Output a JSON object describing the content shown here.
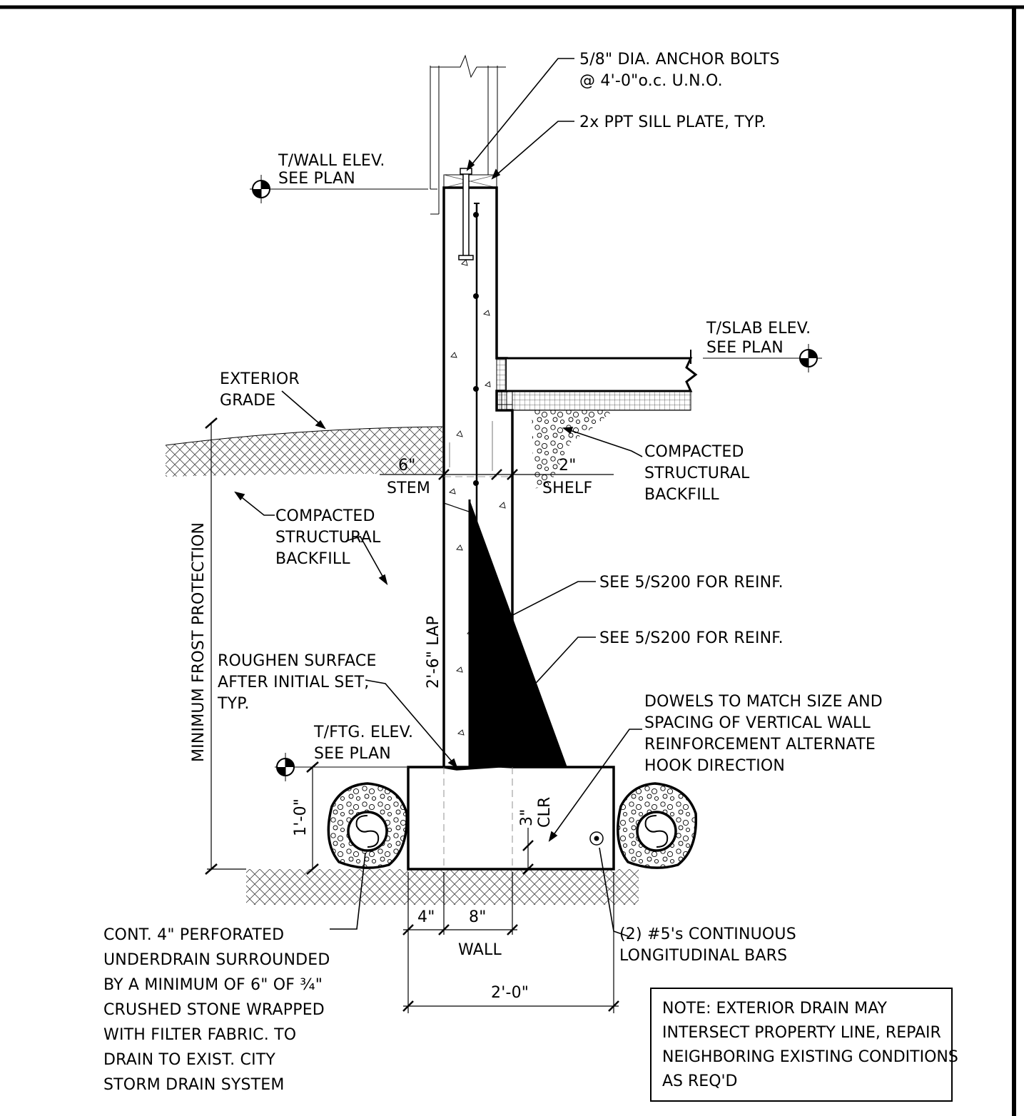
{
  "labels": {
    "anchor_bolts_1": "5/8\" DIA. ANCHOR BOLTS",
    "anchor_bolts_2": "@ 4'-0\"o.c. U.N.O.",
    "sill_plate": "2x PPT SILL PLATE, TYP.",
    "twall_1": "T/WALL ELEV.",
    "twall_2": "SEE PLAN",
    "tslab_1": "T/SLAB ELEV.",
    "tslab_2": "SEE PLAN",
    "ext_grade_1": "EXTERIOR",
    "ext_grade_2": "GRADE",
    "right_backfill_1": "COMPACTED",
    "right_backfill_2": "STRUCTURAL",
    "right_backfill_3": "BACKFILL",
    "left_backfill_1": "COMPACTED",
    "left_backfill_2": "STRUCTURAL",
    "left_backfill_3": "BACKFILL",
    "stem_dim": "6\"",
    "stem": "STEM",
    "shelf_dim": "2\"",
    "shelf": "SHELF",
    "lap": "2'-6\" LAP",
    "frost": "MINIMUM FROST PROTECTION",
    "reinf_1": "SEE 5/S200 FOR REINF.",
    "reinf_2": "SEE 5/S200 FOR REINF.",
    "roughen_1": "ROUGHEN SURFACE",
    "roughen_2": "AFTER INITIAL SET,",
    "roughen_3": "TYP.",
    "dowels_1": "DOWELS TO MATCH SIZE AND",
    "dowels_2": "SPACING OF VERTICAL WALL",
    "dowels_3": "REINFORCEMENT ALTERNATE",
    "dowels_4": "HOOK DIRECTION",
    "tftg_1": "T/FTG. ELEV.",
    "tftg_2": "SEE PLAN",
    "ftg_depth": "1'-0\"",
    "clr_dim": "3\"",
    "clr": "CLR",
    "dim_4": "4\"",
    "dim_8": "8\"",
    "wall": "WALL",
    "dim_24": "2'-0\"",
    "bars_1": "(2) #5's CONTINUOUS",
    "bars_2": "LONGITUDINAL BARS",
    "drain_1": "CONT. 4\" PERFORATED",
    "drain_2": "UNDERDRAIN SURROUNDED",
    "drain_3": "BY A MINIMUM OF 6\" OF ¾\"",
    "drain_4": "CRUSHED STONE WRAPPED",
    "drain_5": "WITH FILTER FABRIC. TO",
    "drain_6": "DRAIN TO EXIST. CITY",
    "drain_7": "STORM DRAIN SYSTEM"
  },
  "note": {
    "line_1": "NOTE: EXTERIOR DRAIN MAY",
    "line_2": "INTERSECT PROPERTY LINE, REPAIR",
    "line_3": "NEIGHBORING EXISTING CONDITIONS",
    "line_4": "AS REQ'D"
  }
}
